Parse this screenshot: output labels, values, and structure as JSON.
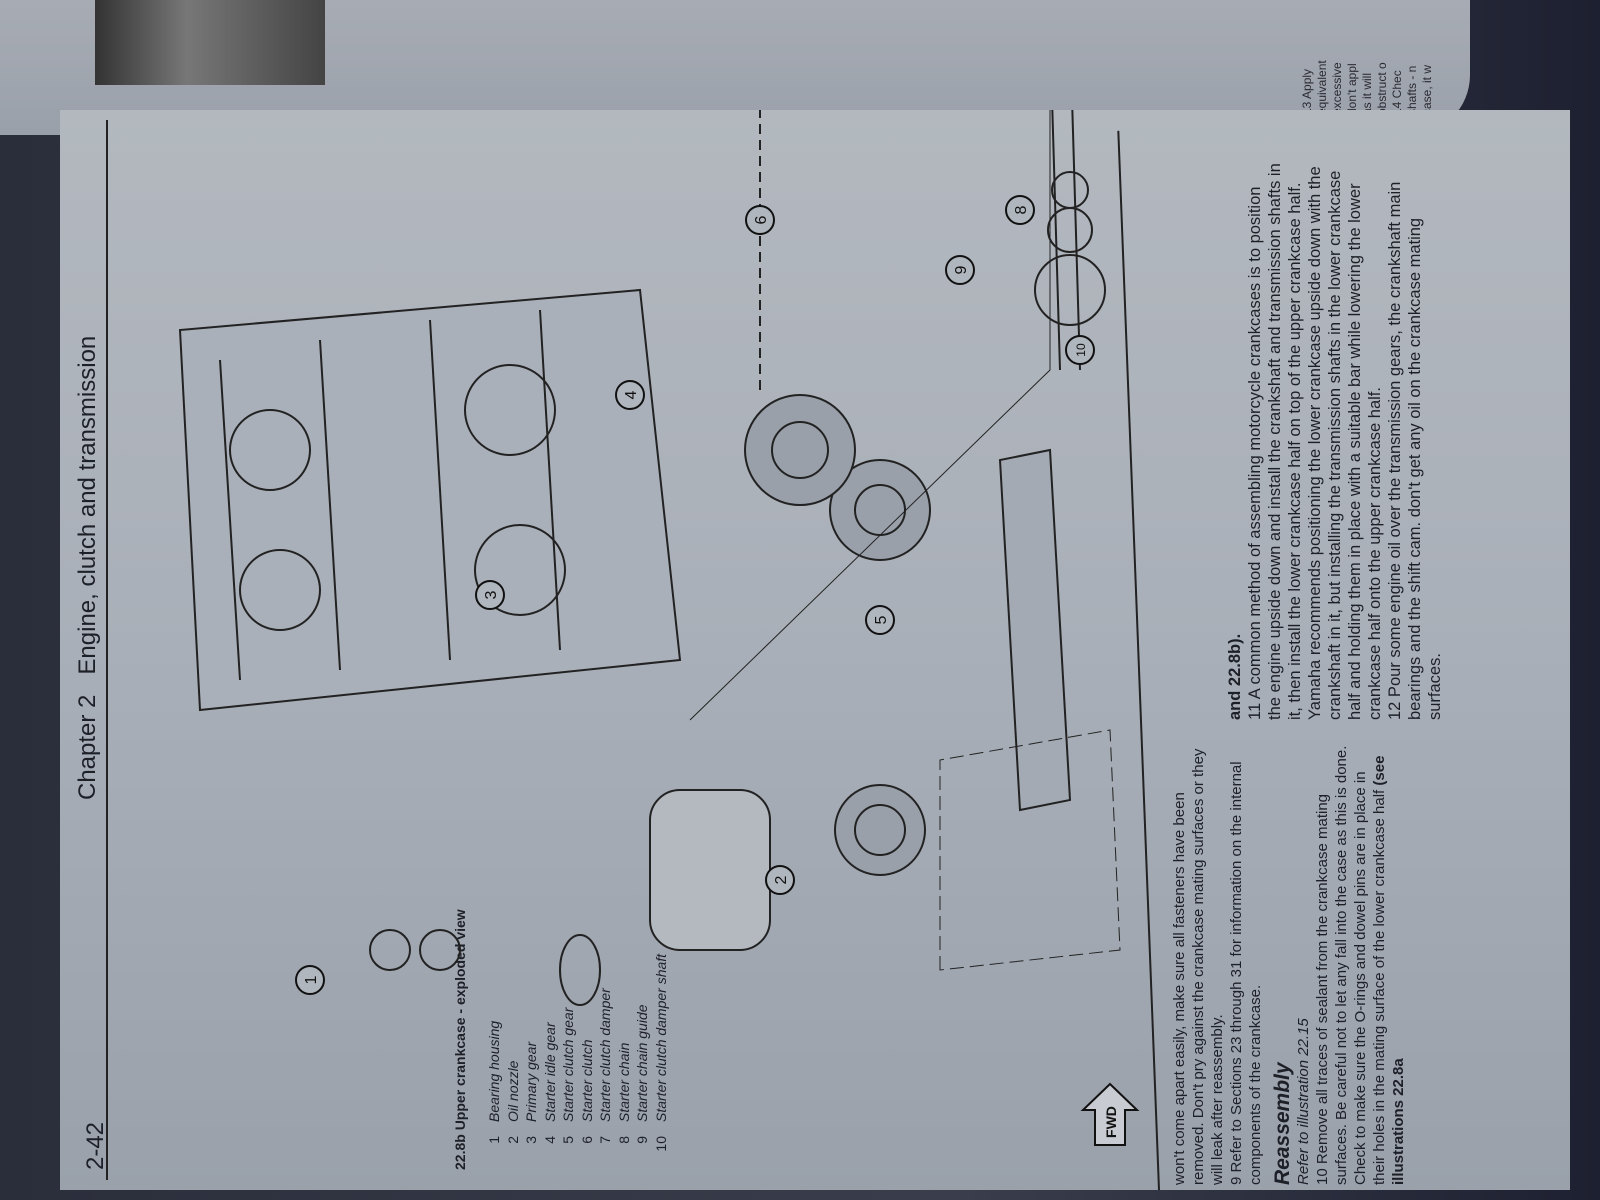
{
  "header": {
    "page_number": "2-42",
    "chapter": "Chapter 2",
    "title": "Engine, clutch and transmission"
  },
  "figure": {
    "caption": "22.8b Upper crankcase - exploded view",
    "legend": [
      {
        "n": "1",
        "label": "Bearing housing"
      },
      {
        "n": "2",
        "label": "Oil nozzle"
      },
      {
        "n": "3",
        "label": "Primary gear"
      },
      {
        "n": "4",
        "label": "Starter idle gear"
      },
      {
        "n": "5",
        "label": "Starter clutch gear"
      },
      {
        "n": "6",
        "label": "Starter clutch"
      },
      {
        "n": "7",
        "label": "Starter clutch damper"
      },
      {
        "n": "8",
        "label": "Starter chain"
      },
      {
        "n": "9",
        "label": "Starter chain guide"
      },
      {
        "n": "10",
        "label": "Starter clutch damper shaft"
      }
    ],
    "fwd_label": "FWD"
  },
  "left_column": {
    "p1": "won't come apart easily, make sure all fasteners have been removed. Don't pry against the crankcase mating surfaces or they will leak after reassembly.",
    "p2": "9 Refer to Sections 23 through 31 for information on the internal components of the crankcase.",
    "heading": "Reassembly",
    "ref": "Refer to illustration 22.15",
    "p3": "10 Remove all traces of sealant from the crankcase mating surfaces. Be careful not to let any fall into the case as this is done. Check to make sure the O-rings and dowel pins are in place in their holes in the mating surface of the lower crankcase half",
    "p3_bold": "(see illustrations 22.8a"
  },
  "right_column": {
    "p0": "and 22.8b).",
    "p1": "11 A common method of assembling motorcycle crankcases is to position the engine upside down and install the crankshaft and transmission shafts in it, then install the lower crankcase half on top of the upper crankcase half. Yamaha recommends positioning the lower crankcase upside down with the crankshaft in it, but installing the transmission shafts in the lower crankcase half and holding them in place with a suitable bar while lowering the lower crankcase half onto the upper crankcase half.",
    "p2": "12 Pour some engine oil over the transmission gears, the crankshaft main bearings and the shift cam. don't get any oil on the crankcase mating surfaces."
  },
  "facing_page": {
    "lines": [
      "13 Apply",
      "equivalent",
      "excessive",
      "don't appl",
      "as it will",
      "obstruct o",
      "14 Chec",
      "shafts - n",
      "case, it w"
    ]
  }
}
